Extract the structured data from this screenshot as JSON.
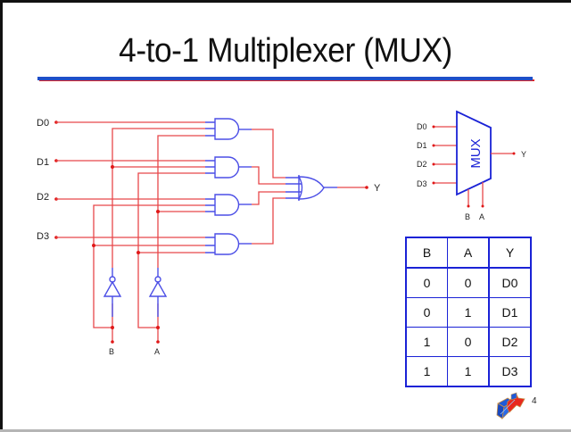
{
  "slide": {
    "title": "4-to-1 Multiplexer (MUX)",
    "page_number": "4",
    "logo_icon": "cube-arrow-logo-icon"
  },
  "circuit": {
    "inputs": [
      "D0",
      "D1",
      "D2",
      "D3"
    ],
    "selects": [
      "B",
      "A"
    ],
    "output": "Y",
    "gates": [
      "AND",
      "AND",
      "AND",
      "AND",
      "OR"
    ],
    "inverters": [
      "NOT B",
      "NOT A"
    ]
  },
  "mux_symbol": {
    "label": "MUX",
    "inputs": [
      "D0",
      "D1",
      "D2",
      "D3"
    ],
    "selects": [
      "B",
      "A"
    ],
    "output": "Y"
  },
  "truth_table": {
    "headers": [
      "B",
      "A",
      "Y"
    ],
    "rows": [
      [
        "0",
        "0",
        "D0"
      ],
      [
        "0",
        "1",
        "D1"
      ],
      [
        "1",
        "0",
        "D2"
      ],
      [
        "1",
        "1",
        "D3"
      ]
    ]
  },
  "colors": {
    "wire": "#e8474a",
    "gate": "#4b4ee6",
    "table_border": "#1a22d6",
    "title_rule_blue": "#1f4fc8",
    "title_rule_red": "#e02828"
  }
}
